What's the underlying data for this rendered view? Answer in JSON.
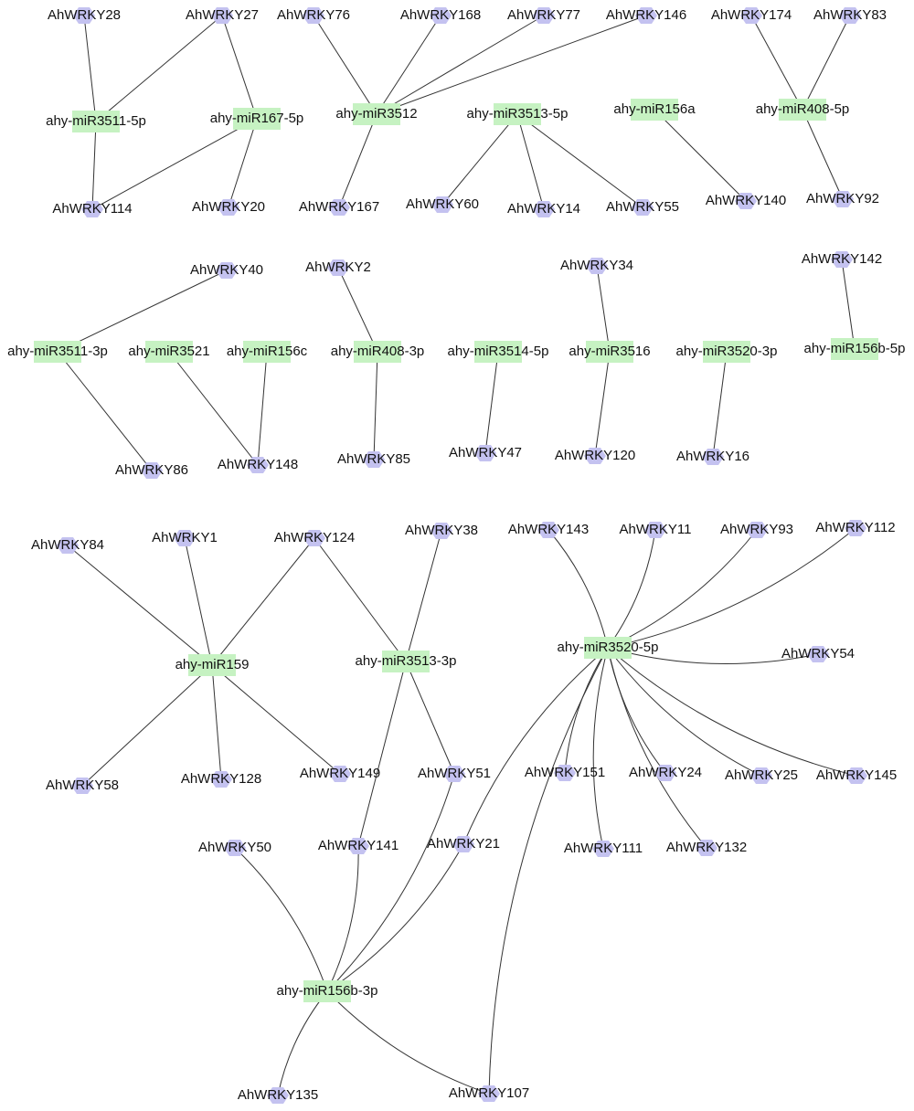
{
  "colors": {
    "mirna_fill": "#c6f2c2",
    "gene_fill": "#c4c2f0",
    "edge": "#333333",
    "label": "#111111",
    "background": "#ffffff"
  },
  "shapes": {
    "mirna": "rounded-rectangle",
    "gene": "hexagon"
  },
  "nodes": [
    {
      "id": "m3511_5p",
      "label": "ahy-miR3511-5p",
      "type": "mirna"
    },
    {
      "id": "m167_5p",
      "label": "ahy-miR167-5p",
      "type": "mirna"
    },
    {
      "id": "m3512",
      "label": "ahy-miR3512",
      "type": "mirna"
    },
    {
      "id": "m3513_5p",
      "label": "ahy-miR3513-5p",
      "type": "mirna"
    },
    {
      "id": "m156a",
      "label": "ahy-miR156a",
      "type": "mirna"
    },
    {
      "id": "m408_5p",
      "label": "ahy-miR408-5p",
      "type": "mirna"
    },
    {
      "id": "m3511_3p",
      "label": "ahy-miR3511-3p",
      "type": "mirna"
    },
    {
      "id": "m3521",
      "label": "ahy-miR3521",
      "type": "mirna"
    },
    {
      "id": "m156c",
      "label": "ahy-miR156c",
      "type": "mirna"
    },
    {
      "id": "m408_3p",
      "label": "ahy-miR408-3p",
      "type": "mirna"
    },
    {
      "id": "m3514_5p",
      "label": "ahy-miR3514-5p",
      "type": "mirna"
    },
    {
      "id": "m3516",
      "label": "ahy-miR3516",
      "type": "mirna"
    },
    {
      "id": "m3520_3p",
      "label": "ahy-miR3520-3p",
      "type": "mirna"
    },
    {
      "id": "m156b_5p",
      "label": "ahy-miR156b-5p",
      "type": "mirna"
    },
    {
      "id": "m159",
      "label": "ahy-miR159",
      "type": "mirna"
    },
    {
      "id": "m3513_3p",
      "label": "ahy-miR3513-3p",
      "type": "mirna"
    },
    {
      "id": "m3520_5p",
      "label": "ahy-miR3520-5p",
      "type": "mirna"
    },
    {
      "id": "m156b_3p",
      "label": "ahy-miR156b-3p",
      "type": "mirna"
    },
    {
      "id": "w28",
      "label": "AhWRKY28",
      "type": "gene"
    },
    {
      "id": "w27",
      "label": "AhWRKY27",
      "type": "gene"
    },
    {
      "id": "w76",
      "label": "AhWRKY76",
      "type": "gene"
    },
    {
      "id": "w168",
      "label": "AhWRKY168",
      "type": "gene"
    },
    {
      "id": "w77",
      "label": "AhWRKY77",
      "type": "gene"
    },
    {
      "id": "w146",
      "label": "AhWRKY146",
      "type": "gene"
    },
    {
      "id": "w174",
      "label": "AhWRKY174",
      "type": "gene"
    },
    {
      "id": "w83",
      "label": "AhWRKY83",
      "type": "gene"
    },
    {
      "id": "w114",
      "label": "AhWRKY114",
      "type": "gene"
    },
    {
      "id": "w20",
      "label": "AhWRKY20",
      "type": "gene"
    },
    {
      "id": "w167",
      "label": "AhWRKY167",
      "type": "gene"
    },
    {
      "id": "w60",
      "label": "AhWRKY60",
      "type": "gene"
    },
    {
      "id": "w14",
      "label": "AhWRKY14",
      "type": "gene"
    },
    {
      "id": "w55",
      "label": "AhWRKY55",
      "type": "gene"
    },
    {
      "id": "w140",
      "label": "AhWRKY140",
      "type": "gene"
    },
    {
      "id": "w92",
      "label": "AhWRKY92",
      "type": "gene"
    },
    {
      "id": "w40",
      "label": "AhWRKY40",
      "type": "gene"
    },
    {
      "id": "w2",
      "label": "AhWRKY2",
      "type": "gene"
    },
    {
      "id": "w34",
      "label": "AhWRKY34",
      "type": "gene"
    },
    {
      "id": "w142",
      "label": "AhWRKY142",
      "type": "gene"
    },
    {
      "id": "w86",
      "label": "AhWRKY86",
      "type": "gene"
    },
    {
      "id": "w148",
      "label": "AhWRKY148",
      "type": "gene"
    },
    {
      "id": "w85",
      "label": "AhWRKY85",
      "type": "gene"
    },
    {
      "id": "w47",
      "label": "AhWRKY47",
      "type": "gene"
    },
    {
      "id": "w120",
      "label": "AhWRKY120",
      "type": "gene"
    },
    {
      "id": "w16",
      "label": "AhWRKY16",
      "type": "gene"
    },
    {
      "id": "w84",
      "label": "AhWRKY84",
      "type": "gene"
    },
    {
      "id": "w1",
      "label": "AhWRKY1",
      "type": "gene"
    },
    {
      "id": "w124",
      "label": "AhWRKY124",
      "type": "gene"
    },
    {
      "id": "w38",
      "label": "AhWRKY38",
      "type": "gene"
    },
    {
      "id": "w143",
      "label": "AhWRKY143",
      "type": "gene"
    },
    {
      "id": "w11",
      "label": "AhWRKY11",
      "type": "gene"
    },
    {
      "id": "w93",
      "label": "AhWRKY93",
      "type": "gene"
    },
    {
      "id": "w112",
      "label": "AhWRKY112",
      "type": "gene"
    },
    {
      "id": "w54",
      "label": "AhWRKY54",
      "type": "gene"
    },
    {
      "id": "w58",
      "label": "AhWRKY58",
      "type": "gene"
    },
    {
      "id": "w128",
      "label": "AhWRKY128",
      "type": "gene"
    },
    {
      "id": "w149",
      "label": "AhWRKY149",
      "type": "gene"
    },
    {
      "id": "w51",
      "label": "AhWRKY51",
      "type": "gene"
    },
    {
      "id": "w151",
      "label": "AhWRKY151",
      "type": "gene"
    },
    {
      "id": "w24",
      "label": "AhWRKY24",
      "type": "gene"
    },
    {
      "id": "w25",
      "label": "AhWRKY25",
      "type": "gene"
    },
    {
      "id": "w145",
      "label": "AhWRKY145",
      "type": "gene"
    },
    {
      "id": "w50",
      "label": "AhWRKY50",
      "type": "gene"
    },
    {
      "id": "w141",
      "label": "AhWRKY141",
      "type": "gene"
    },
    {
      "id": "w21",
      "label": "AhWRKY21",
      "type": "gene"
    },
    {
      "id": "w111",
      "label": "AhWRKY111",
      "type": "gene"
    },
    {
      "id": "w132",
      "label": "AhWRKY132",
      "type": "gene"
    },
    {
      "id": "w135",
      "label": "AhWRKY135",
      "type": "gene"
    },
    {
      "id": "w107",
      "label": "AhWRKY107",
      "type": "gene"
    }
  ],
  "edges": [
    [
      "m3511_5p",
      "w28"
    ],
    [
      "m3511_5p",
      "w27"
    ],
    [
      "m167_5p",
      "w27"
    ],
    [
      "m167_5p",
      "w114"
    ],
    [
      "m3511_5p",
      "w114"
    ],
    [
      "m167_5p",
      "w20"
    ],
    [
      "m3512",
      "w76"
    ],
    [
      "m3512",
      "w168"
    ],
    [
      "m3512",
      "w77"
    ],
    [
      "m3512",
      "w146"
    ],
    [
      "m3512",
      "w167"
    ],
    [
      "m3513_5p",
      "w60"
    ],
    [
      "m3513_5p",
      "w14"
    ],
    [
      "m3513_5p",
      "w55"
    ],
    [
      "m156a",
      "w140"
    ],
    [
      "m408_5p",
      "w174"
    ],
    [
      "m408_5p",
      "w83"
    ],
    [
      "m408_5p",
      "w92"
    ],
    [
      "m3511_3p",
      "w40"
    ],
    [
      "m3511_3p",
      "w86"
    ],
    [
      "m3521",
      "w148"
    ],
    [
      "m156c",
      "w148"
    ],
    [
      "m408_3p",
      "w2"
    ],
    [
      "m408_3p",
      "w85"
    ],
    [
      "m3514_5p",
      "w47"
    ],
    [
      "m3516",
      "w34"
    ],
    [
      "m3516",
      "w120"
    ],
    [
      "m3520_3p",
      "w16"
    ],
    [
      "m156b_5p",
      "w142"
    ],
    [
      "m159",
      "w84"
    ],
    [
      "m159",
      "w1"
    ],
    [
      "m159",
      "w124"
    ],
    [
      "m159",
      "w58"
    ],
    [
      "m159",
      "w128"
    ],
    [
      "m159",
      "w149"
    ],
    [
      "m3513_3p",
      "w124"
    ],
    [
      "m3513_3p",
      "w38"
    ],
    [
      "m3513_3p",
      "w51"
    ],
    [
      "m3513_3p",
      "w141"
    ],
    [
      "m3520_5p",
      "w143"
    ],
    [
      "m3520_5p",
      "w11"
    ],
    [
      "m3520_5p",
      "w93"
    ],
    [
      "m3520_5p",
      "w112"
    ],
    [
      "m3520_5p",
      "w54"
    ],
    [
      "m3520_5p",
      "w151"
    ],
    [
      "m3520_5p",
      "w24"
    ],
    [
      "m3520_5p",
      "w25"
    ],
    [
      "m3520_5p",
      "w145"
    ],
    [
      "m3520_5p",
      "w111"
    ],
    [
      "m3520_5p",
      "w132"
    ],
    [
      "m3520_5p",
      "w21"
    ],
    [
      "m3520_5p",
      "w107"
    ],
    [
      "m156b_3p",
      "w50"
    ],
    [
      "m156b_3p",
      "w141"
    ],
    [
      "m156b_3p",
      "w51"
    ],
    [
      "m156b_3p",
      "w21"
    ],
    [
      "m156b_3p",
      "w135"
    ],
    [
      "m156b_3p",
      "w107"
    ]
  ]
}
